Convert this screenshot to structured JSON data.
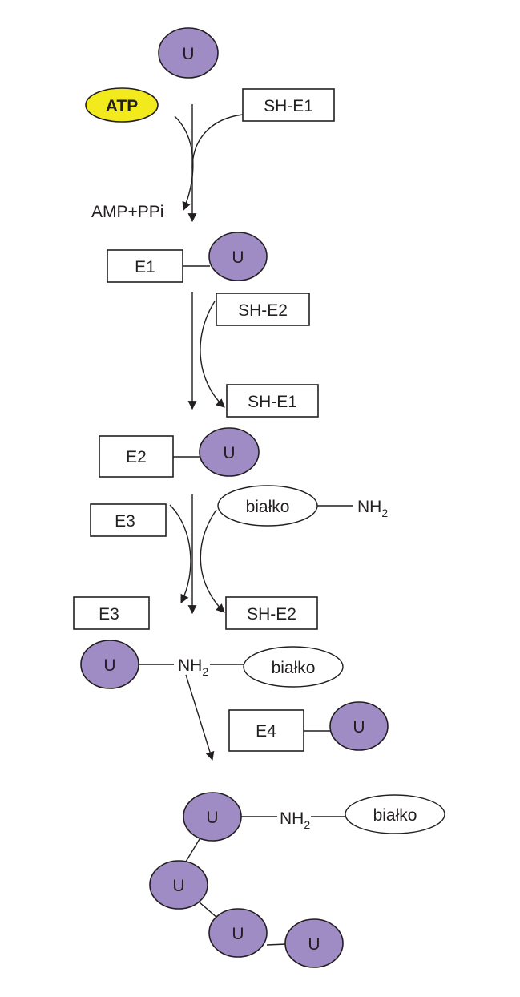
{
  "labels": {
    "ubiquitin": "U",
    "atp": "ATP",
    "amp_ppi": "AMP+PPi",
    "sh_e1": "SH-E1",
    "sh_e2": "SH-E2",
    "e1": "E1",
    "e2": "E2",
    "e3": "E3",
    "e4": "E4",
    "protein": "białko",
    "nh2_base": "NH",
    "nh2_sub": "2"
  },
  "colors": {
    "ubiquitin_fill": "#a08cc5",
    "atp_fill": "#f2ea1d",
    "stroke": "#231f20"
  }
}
